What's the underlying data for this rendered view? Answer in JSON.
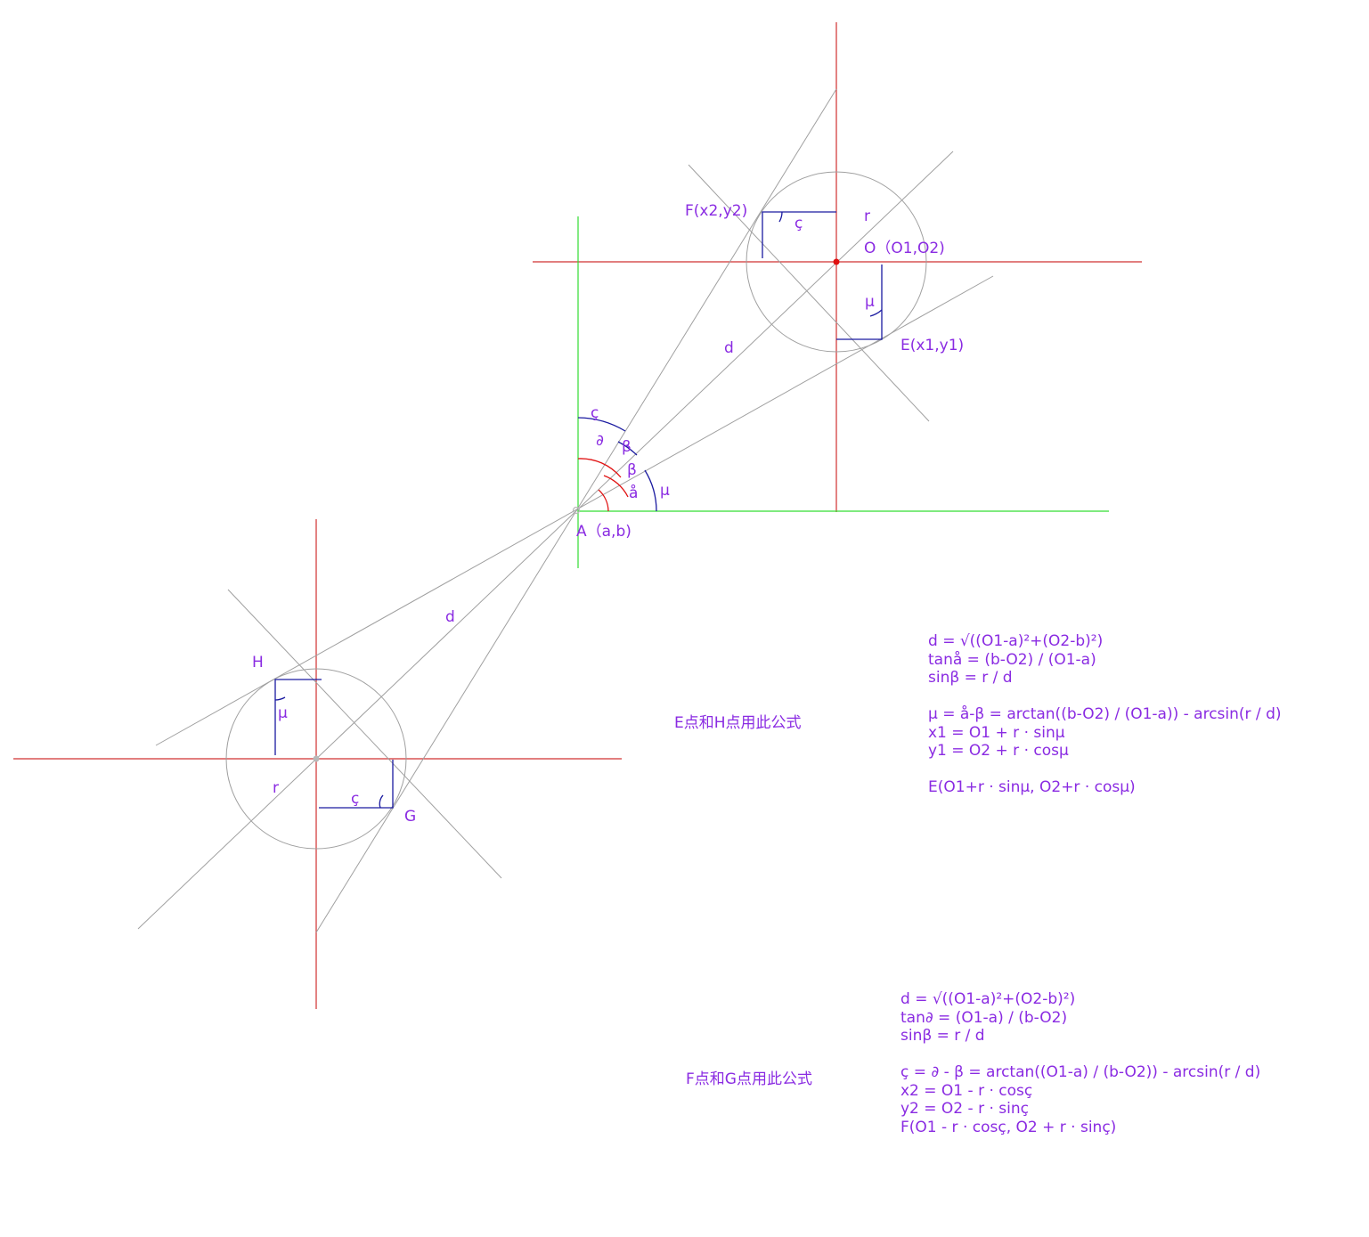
{
  "colors": {
    "axis_red": "#d03030",
    "axis_green": "#33dd33",
    "line_gray": "#a0a0a0",
    "blue": "#1a1aa0",
    "text_purple": "#8a2be2",
    "arc_red": "#e01010",
    "point_gray": "#b8b8b8"
  },
  "labels": {
    "F": "F(x2,y2)",
    "O": "O（O1,O2)",
    "E": "E(x1,y1)",
    "A": "A（a,b)",
    "H": "H",
    "G": "G",
    "r_top": "r",
    "r_bottom": "r",
    "d_top": "d",
    "d_bottom": "d",
    "c_F": "ç",
    "mu_E": "μ",
    "c_A": "ç",
    "partial_A": "∂",
    "beta_A1": "β",
    "beta_A2": "β",
    "a_A": "å",
    "mu_A": "μ",
    "mu_H": "μ",
    "c_G": "ç"
  },
  "formulas_EH": {
    "caption": "E点和H点用此公式",
    "lines": [
      "d = √((O1-a)²+(O2-b)²)",
      "tanå = (b-O2) / (O1-a)",
      "sinβ = r / d",
      "",
      "μ = å-β = arctan((b-O2) / (O1-a)) - arcsin(r / d)",
      "x1 = O1 + r · sinμ",
      "y1 = O2 + r · cosμ",
      "",
      "E(O1+r · sinμ, O2+r · cosμ)"
    ]
  },
  "formulas_FG": {
    "caption": "F点和G点用此公式",
    "lines": [
      "d = √((O1-a)²+(O2-b)²)",
      "tan∂ = (O1-a) / (b-O2)",
      "sinβ = r / d",
      "",
      "ç = ∂ - β = arctan((O1-a) / (b-O2)) - arcsin(r / d)",
      "x2 = O1 - r · cosç",
      "y2 = O2 - r · sinç",
      "F(O1 - r · cosç, O2 + r · sinç)"
    ]
  }
}
